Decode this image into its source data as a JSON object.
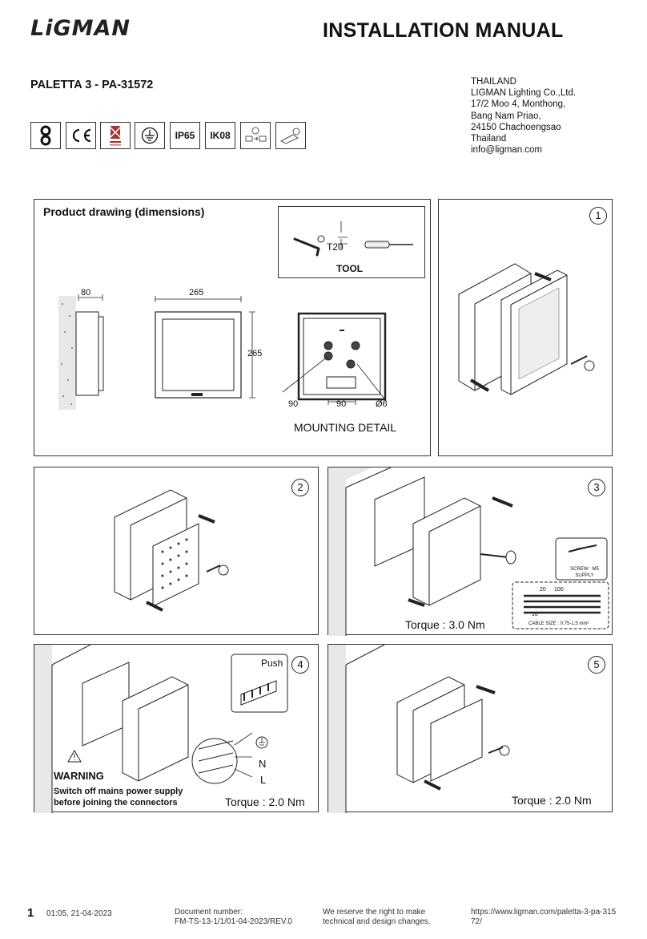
{
  "header": {
    "brand": "LiGMAN",
    "title": "INSTALLATION MANUAL",
    "model": "PALETTA 3 - PA-31572"
  },
  "address": {
    "lines": [
      "THAILAND",
      "LIGMAN Lighting Co.,Ltd.",
      "17/2 Moo 4, Monthong,",
      "Bang Nam Priao,",
      "24150 Chachoengsao",
      "Thailand",
      "info@ligman.com"
    ]
  },
  "certifications": {
    "ip": "IP65",
    "ik": "IK08"
  },
  "product_drawing": {
    "title": "Product drawing (dimensions)",
    "tool_key": "T20",
    "tool_label": "TOOL",
    "depth": "80",
    "width": "265",
    "height": "265",
    "mount_a": "90",
    "mount_b": "90",
    "hole": "Ø6",
    "mounting_label": "MOUNTING DETAIL"
  },
  "steps": [
    {
      "number": "1"
    },
    {
      "number": "2"
    },
    {
      "number": "3",
      "torque": "Torque : 3.0 Nm",
      "screw_label": "SCREW : M5",
      "screw_supply": "SUPPLY",
      "cable_size": "CABLE SIZE : 0.75-1.5 mm²",
      "strip_a": "20",
      "strip_b": "100",
      "strip_c": "10"
    },
    {
      "number": "4",
      "torque": "Torque : 2.0 Nm",
      "push": "Push",
      "neutral": "N",
      "live": "L",
      "warning_title": "WARNING",
      "warning_text_1": "Switch off mains power supply",
      "warning_text_2": "before joining the connectors"
    },
    {
      "number": "5",
      "torque": "Torque : 2.0 Nm"
    }
  ],
  "footer": {
    "page": "1",
    "timestamp": "01:05, 21-04-2023",
    "doc_label": "Document number:",
    "doc_number": "FM-TS-13-1/1/01-04-2023/REV.0",
    "reserve_1": "We reserve the right to make",
    "reserve_2": "technical and design changes.",
    "url_1": "https://www.ligman.com/paletta-3-pa-315",
    "url_2": "72/"
  }
}
